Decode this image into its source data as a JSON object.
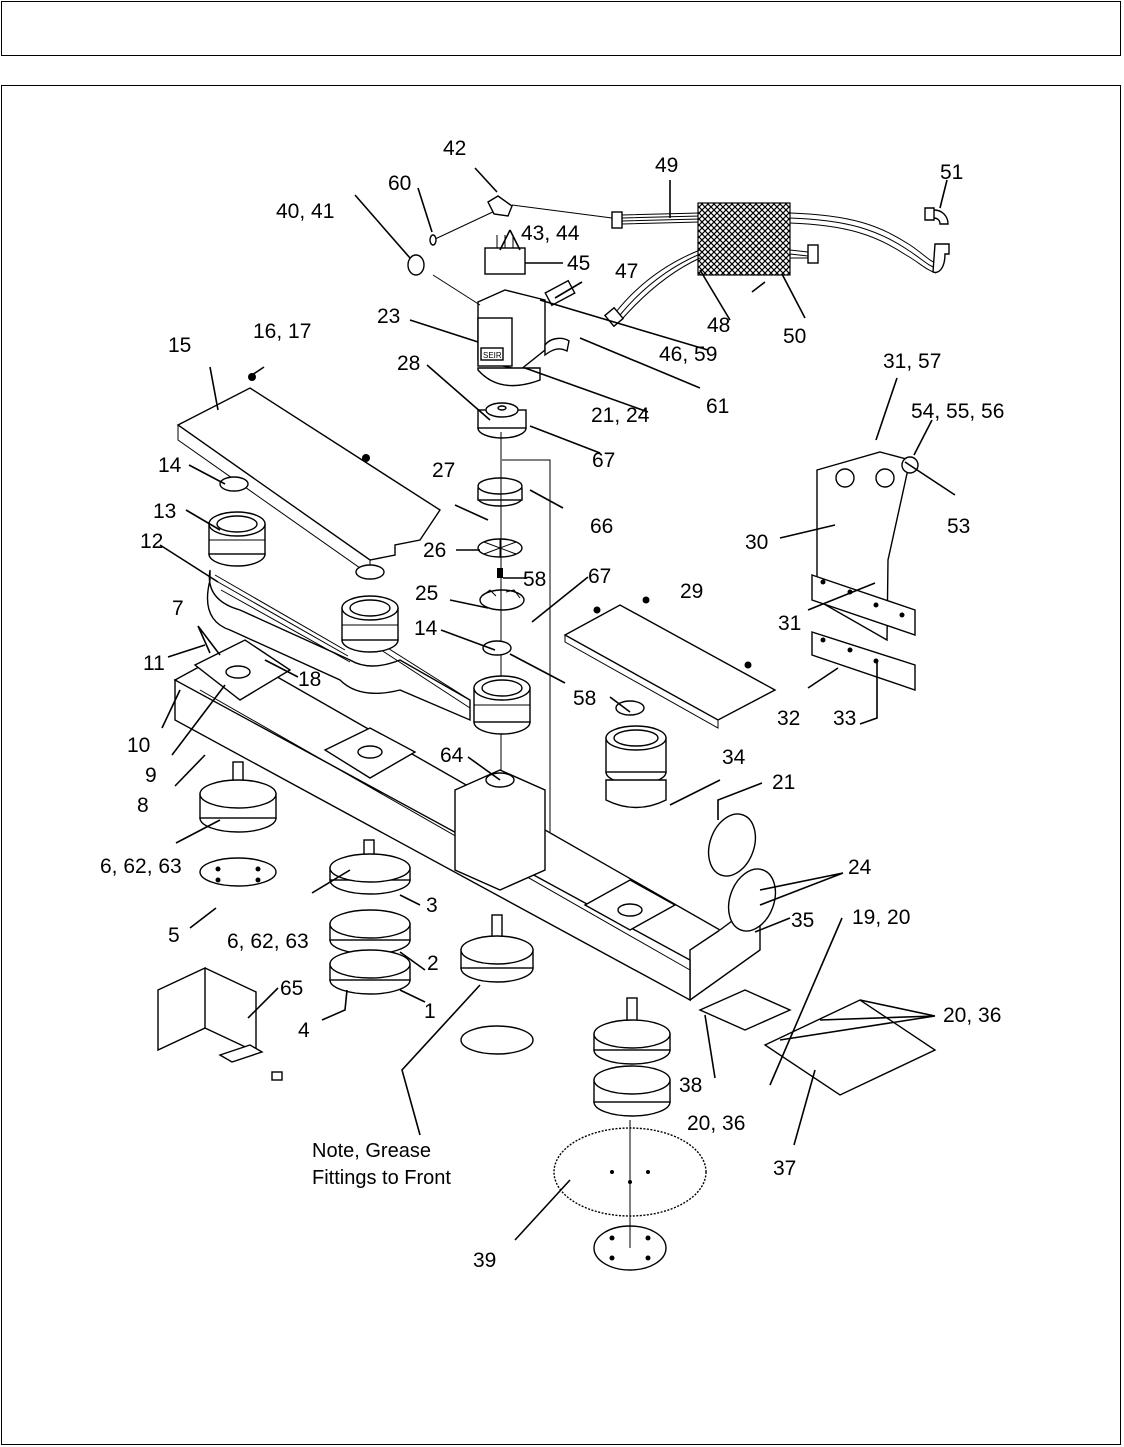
{
  "header": {
    "title": ""
  },
  "diagram": {
    "type": "exploded parts diagram",
    "callouts": [
      {
        "id": "c1",
        "label": "1"
      },
      {
        "id": "c2",
        "label": "2"
      },
      {
        "id": "c3",
        "label": "3"
      },
      {
        "id": "c4",
        "label": "4"
      },
      {
        "id": "c5",
        "label": "5"
      },
      {
        "id": "c6a",
        "label": "6, 62, 63"
      },
      {
        "id": "c6b",
        "label": "6, 62, 63"
      },
      {
        "id": "c7",
        "label": "7"
      },
      {
        "id": "c8",
        "label": "8"
      },
      {
        "id": "c9",
        "label": "9"
      },
      {
        "id": "c10",
        "label": "10"
      },
      {
        "id": "c11",
        "label": "11"
      },
      {
        "id": "c12",
        "label": "12"
      },
      {
        "id": "c13",
        "label": "13"
      },
      {
        "id": "c14a",
        "label": "14"
      },
      {
        "id": "c14b",
        "label": "14"
      },
      {
        "id": "c15",
        "label": "15"
      },
      {
        "id": "c16",
        "label": "16, 17"
      },
      {
        "id": "c18",
        "label": "18"
      },
      {
        "id": "c19",
        "label": "19, 20"
      },
      {
        "id": "c20a",
        "label": "20, 36"
      },
      {
        "id": "c20b",
        "label": "20, 36"
      },
      {
        "id": "c21a",
        "label": "21, 24"
      },
      {
        "id": "c21b",
        "label": "21"
      },
      {
        "id": "c23",
        "label": "23"
      },
      {
        "id": "c24",
        "label": "24"
      },
      {
        "id": "c25",
        "label": "25"
      },
      {
        "id": "c26",
        "label": "26"
      },
      {
        "id": "c27",
        "label": "27"
      },
      {
        "id": "c28",
        "label": "28"
      },
      {
        "id": "c29",
        "label": "29"
      },
      {
        "id": "c30",
        "label": "30"
      },
      {
        "id": "c31a",
        "label": "31, 57"
      },
      {
        "id": "c31b",
        "label": "31"
      },
      {
        "id": "c32",
        "label": "32"
      },
      {
        "id": "c33",
        "label": "33"
      },
      {
        "id": "c34",
        "label": "34"
      },
      {
        "id": "c35",
        "label": "35"
      },
      {
        "id": "c37",
        "label": "37"
      },
      {
        "id": "c38",
        "label": "38"
      },
      {
        "id": "c39",
        "label": "39"
      },
      {
        "id": "c40",
        "label": "40, 41"
      },
      {
        "id": "c42",
        "label": "42"
      },
      {
        "id": "c43",
        "label": "43, 44"
      },
      {
        "id": "c45",
        "label": "45"
      },
      {
        "id": "c46",
        "label": "46, 59"
      },
      {
        "id": "c47",
        "label": "47"
      },
      {
        "id": "c48",
        "label": "48"
      },
      {
        "id": "c49",
        "label": "49"
      },
      {
        "id": "c50",
        "label": "50"
      },
      {
        "id": "c51",
        "label": "51"
      },
      {
        "id": "c53",
        "label": "53"
      },
      {
        "id": "c54",
        "label": "54, 55, 56"
      },
      {
        "id": "c58a",
        "label": "58"
      },
      {
        "id": "c58b",
        "label": "58"
      },
      {
        "id": "c60",
        "label": "60"
      },
      {
        "id": "c61",
        "label": "61"
      },
      {
        "id": "c64",
        "label": "64"
      },
      {
        "id": "c65",
        "label": "65"
      },
      {
        "id": "c66",
        "label": "66"
      },
      {
        "id": "c67a",
        "label": "67"
      },
      {
        "id": "c67b",
        "label": "67"
      }
    ],
    "note": {
      "line1": "Note, Grease",
      "line2": "Fittings to Front"
    },
    "motor_label": "SEIR"
  }
}
